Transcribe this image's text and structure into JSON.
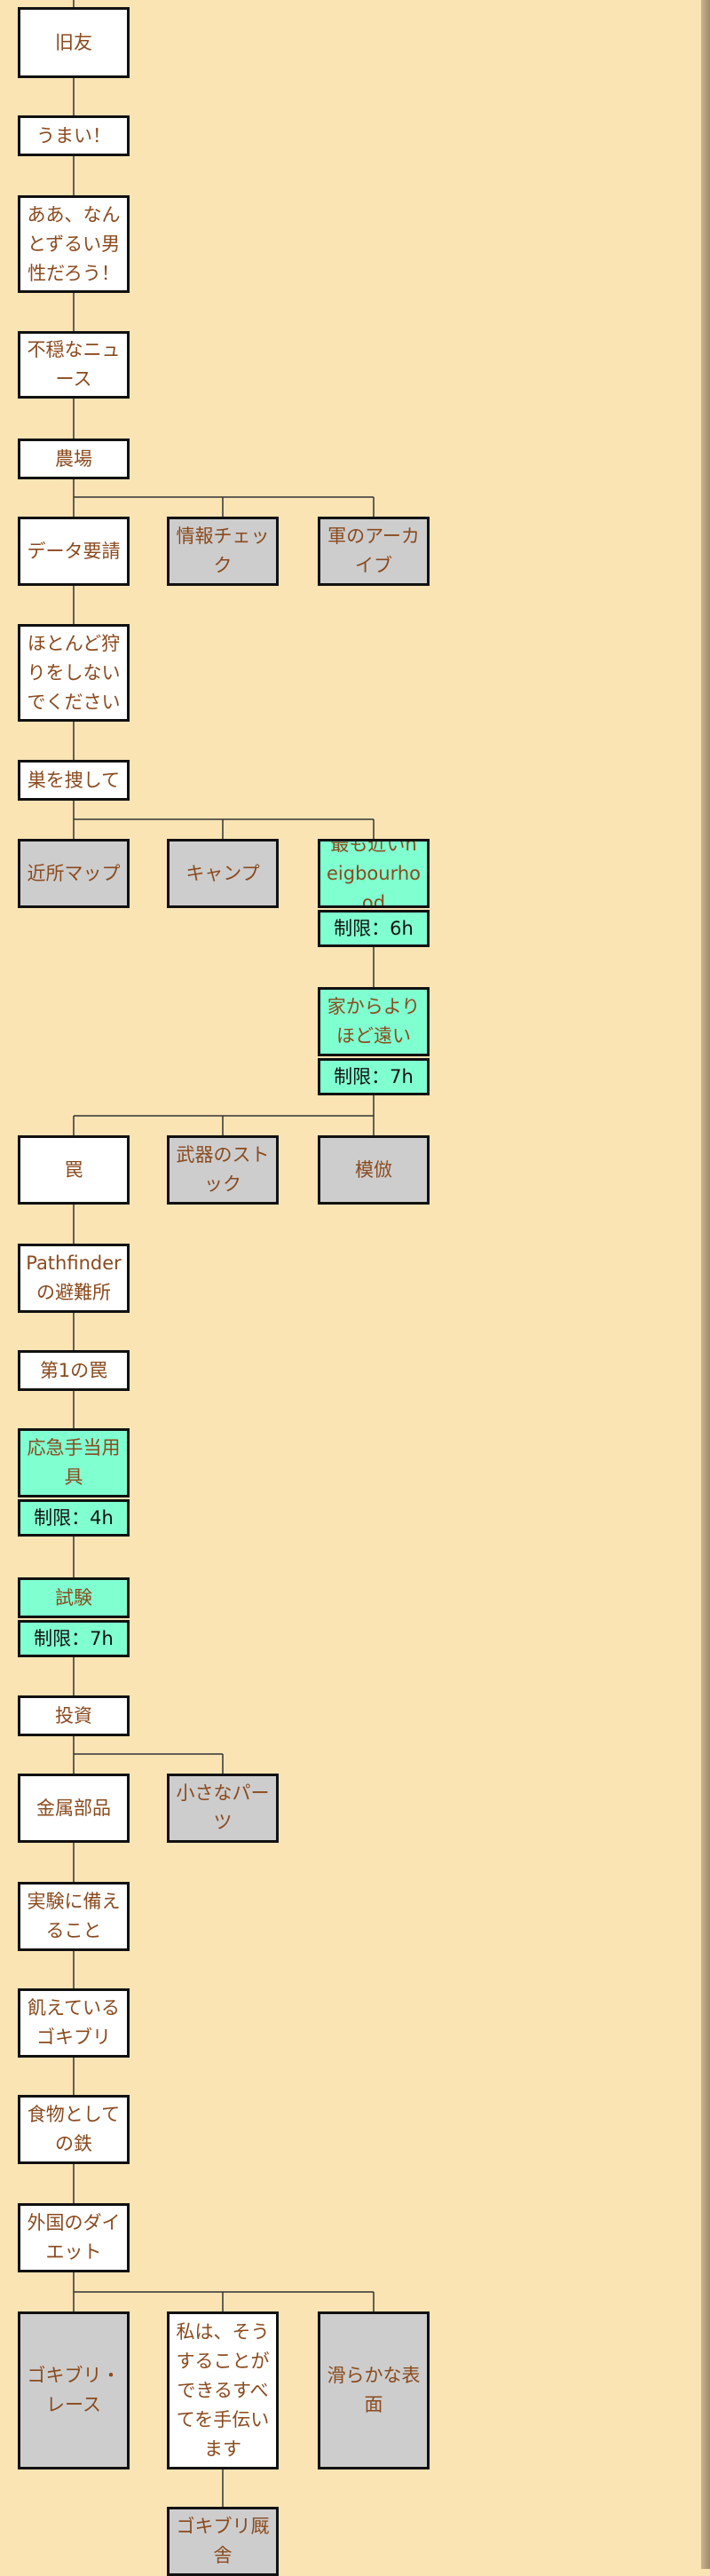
{
  "colors": {
    "background": "#fae4b4",
    "unlocked": "#ffffff",
    "locked": "#cdcdcd",
    "timed": "#80ffd0",
    "text": "#8a4a1e",
    "border": "#111111"
  },
  "nodes": {
    "n1": {
      "label": "旧友",
      "status": "unlocked"
    },
    "n2": {
      "label": "うまい！",
      "status": "unlocked"
    },
    "n3": {
      "label": "ああ、なんとずるい男性だろう！",
      "status": "unlocked"
    },
    "n4": {
      "label": "不穏なニュース",
      "status": "unlocked"
    },
    "n5": {
      "label": "農場",
      "status": "unlocked"
    },
    "n6": {
      "label": "データ要請",
      "status": "unlocked"
    },
    "n7": {
      "label": "情報チェック",
      "status": "locked"
    },
    "n8": {
      "label": "軍のアーカイブ",
      "status": "locked"
    },
    "n9": {
      "label": "ほとんど狩りをしないでください",
      "status": "unlocked"
    },
    "n10": {
      "label": "巣を捜して",
      "status": "unlocked"
    },
    "n11": {
      "label": "近所マップ",
      "status": "locked"
    },
    "n12": {
      "label": "キャンプ",
      "status": "locked"
    },
    "n13": {
      "label": "最も近いneigbourhood",
      "status": "timed",
      "limit": "制限：6h"
    },
    "n14": {
      "label": "家からよりほど遠い",
      "status": "timed",
      "limit": "制限：7h"
    },
    "n15": {
      "label": "罠",
      "status": "unlocked"
    },
    "n16": {
      "label": "武器のストック",
      "status": "locked"
    },
    "n17": {
      "label": "模倣",
      "status": "locked"
    },
    "n18": {
      "label": "Pathfinderの避難所",
      "status": "unlocked"
    },
    "n19": {
      "label": "第1の罠",
      "status": "unlocked"
    },
    "n20": {
      "label": "応急手当用具",
      "status": "timed",
      "limit": "制限：4h"
    },
    "n21": {
      "label": "試験",
      "status": "timed",
      "limit": "制限：7h"
    },
    "n22": {
      "label": "投資",
      "status": "unlocked"
    },
    "n23": {
      "label": "金属部品",
      "status": "unlocked"
    },
    "n24": {
      "label": "小さなパーツ",
      "status": "locked"
    },
    "n25": {
      "label": "実験に備えること",
      "status": "unlocked"
    },
    "n26": {
      "label": "飢えているゴキブリ",
      "status": "unlocked"
    },
    "n27": {
      "label": "食物としての鉄",
      "status": "unlocked"
    },
    "n28": {
      "label": "外国のダイエット",
      "status": "unlocked"
    },
    "n29": {
      "label": "ゴキブリ・レース",
      "status": "locked"
    },
    "n30": {
      "label": "私は、そうすることができるすべてを手伝います",
      "status": "unlocked"
    },
    "n31": {
      "label": "滑らかな表面",
      "status": "locked"
    },
    "n32": {
      "label": "ゴキブリ厩舎",
      "status": "locked"
    }
  }
}
